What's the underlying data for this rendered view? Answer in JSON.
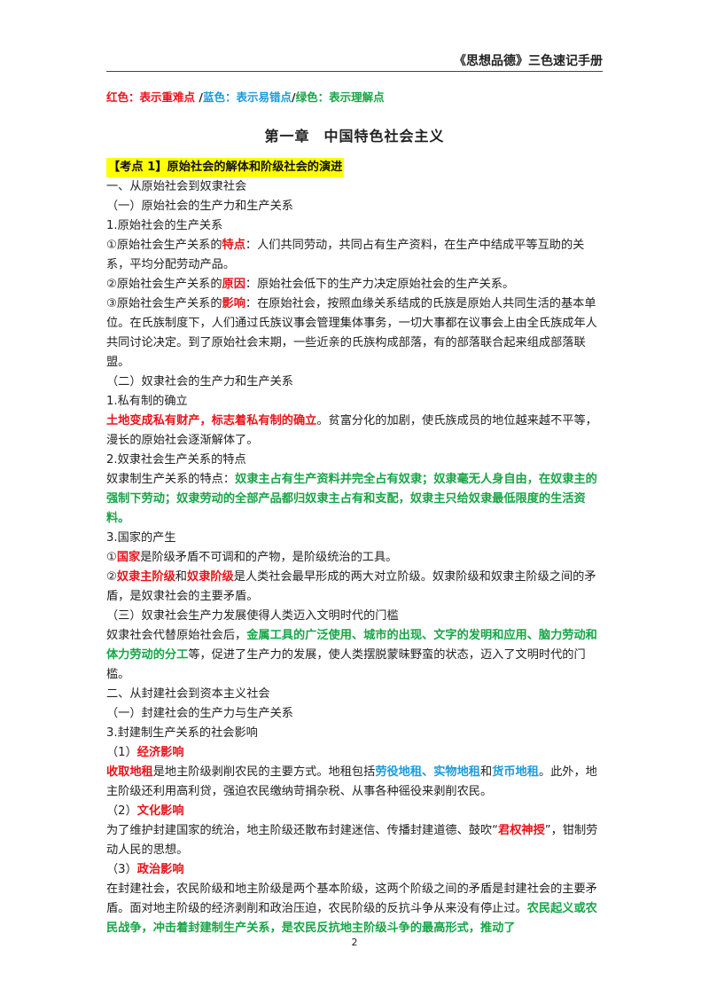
{
  "header": {
    "title": "《思想品德》三色速记手册"
  },
  "legend": {
    "red_label": "红色：表示",
    "red_word": "重难点",
    "sep1": " /",
    "blue_label": "蓝色：表示",
    "blue_word": "易错点",
    "sep2": "/",
    "green_label": "绿色：表示",
    "green_word": "理解点"
  },
  "chapter": {
    "num": "第一章",
    "name": "中国特色社会主义"
  },
  "kaodian1": "【考点 1】原始社会的解体和阶级社会的演进",
  "s1": "一、从原始社会到奴隶社会",
  "s1_1": "（一）原始社会的生产力和生产关系",
  "s1_1_1": "1.原始社会的生产关系",
  "p1_pre": "①原始社会生产关系的",
  "p1_key": "特点",
  "p1_rest": "：人们共同劳动，共同占有生产资料，在生产中结成平等互助的关系，平均分配劳动产品。",
  "p2_pre": "②原始社会生产关系的",
  "p2_key": "原因",
  "p2_rest": "：原始社会低下的生产力决定原始社会的生产关系。",
  "p3_pre": "③原始社会生产关系的",
  "p3_key": "影响",
  "p3_rest": "：在原始社会，按照血缘关系结成的氏族是原始人共同生活的基本单位。在氏族制度下，人们通过氏族议事会管理集体事务，一切大事都在议事会上由全氏族成年人共同讨论决定。到了原始社会末期，一些近亲的氏族构成部落，有的部落联合起来组成部落联盟。",
  "s1_2": "（二）奴隶社会的生产力和生产关系",
  "s1_2_1": "1.私有制的确立",
  "p4_key": "土地变成私有财产，标志着私有制的确立",
  "p4_rest": "。贫富分化的加剧，使氏族成员的地位越来越不平等，漫长的原始社会逐渐解体了。",
  "s1_2_2": "2.奴隶社会生产关系的特点",
  "p5_pre": "奴隶制生产关系的特点：",
  "p5_key": "奴隶主占有生产资料并完全占有奴隶；奴隶毫无人身自由，在奴隶主的强制下劳动；奴隶劳动的全部产品都归奴隶主占有和支配，奴隶主只给奴隶最低限度的生活资料。",
  "s1_2_3": "3.国家的产生",
  "p6_pre": "①",
  "p6_key": "国家",
  "p6_rest": "是阶级矛盾不可调和的产物，是阶级统治的工具。",
  "p7_pre": "②",
  "p7_key1": "奴隶主阶级",
  "p7_mid": "和",
  "p7_key2": "奴隶阶级",
  "p7_rest": "是人类社会最早形成的两大对立阶级。奴隶阶级和奴隶主阶级之间的矛盾，是奴隶社会的主要矛盾。",
  "s1_3": "（三）奴隶社会生产力发展使得人类迈入文明时代的门槛",
  "p8_pre": "奴隶社会代替原始社会后，",
  "p8_key": "金属工具的广泛使用、城市的出现、文字的发明和应用、脑力劳动和体力劳动的分工",
  "p8_rest": "等，促进了生产力的发展，使人类摆脱蒙昧野蛮的状态，迈入了文明时代的门槛。",
  "s2": "二、从封建社会到资本主义社会",
  "s2_1": "（一）封建社会的生产力与生产关系",
  "s2_1_3": "3.封建制生产关系的社会影响",
  "e1_num": "（1）",
  "e1_key": "经济影响",
  "p9_key": "收取地租",
  "p9_mid": "是地主阶级剥削农民的主要方式。地租包括",
  "p9_b1": "劳役地租、实物地租",
  "p9_and": "和",
  "p9_b2": "货币地租",
  "p9_rest": "。此外，地主阶级还利用高利贷，强迫农民缴纳苛捐杂税、从事各种徭役来剥削农民。",
  "e2_num": "（2）",
  "e2_key": "文化影响",
  "p10_pre": "为了维护封建国家的统治，地主阶级还散布封建迷信、传播封建道德、鼓吹“",
  "p10_key": "君权神授",
  "p10_rest": "”，钳制劳动人民的思想。",
  "e3_num": "（3）",
  "e3_key": "政治影响",
  "p11_pre": "在封建社会，农民阶级和地主阶级是两个基本阶级，这两个阶级之间的矛盾是封建社会的主要矛盾。面对地主阶级的经济剥削和政治压迫，农民阶级的反抗斗争从来没有停止过。",
  "p11_key": "农民起义或农民战争，冲击着封建制生产关系，是农民反抗地主阶级斗争的最高形式，推动了",
  "footer": {
    "page": "2"
  }
}
